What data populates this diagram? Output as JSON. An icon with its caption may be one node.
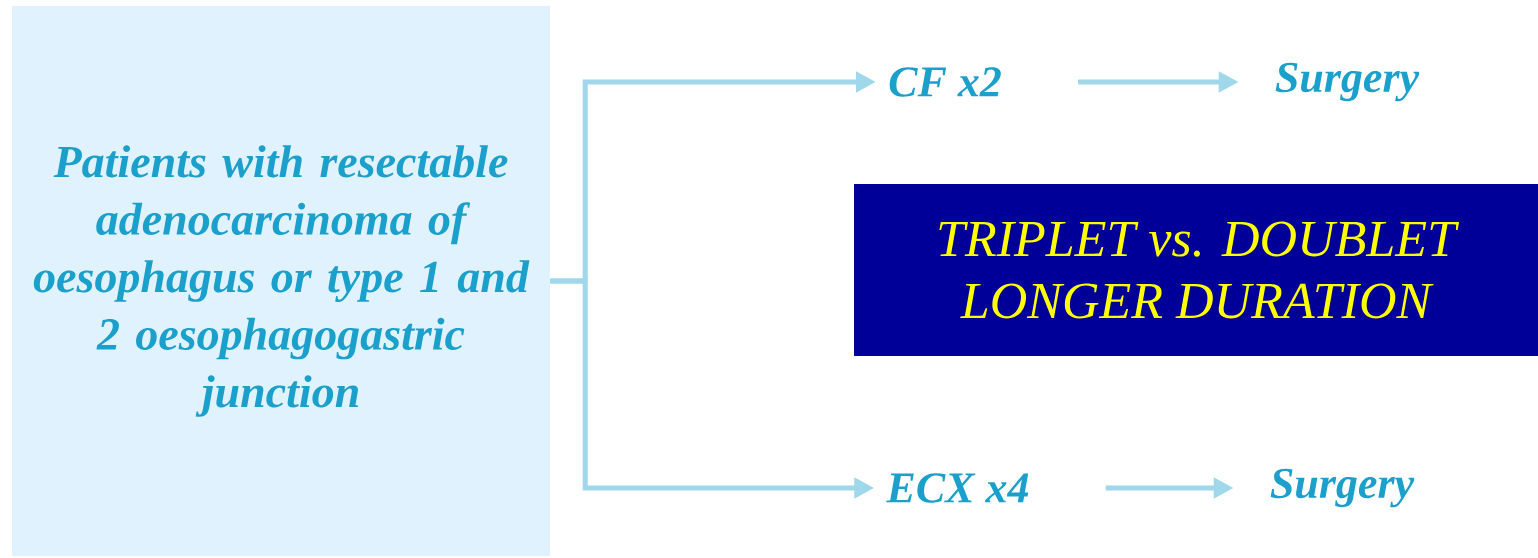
{
  "diagram": {
    "nodes": [
      {
        "text": [
          "Patients with resectable adenocarcinoma of oesophagus or type 1 and 2 oesophagogastric junction"
        ]
      },
      {
        "text": [
          "CF x2"
        ]
      },
      {
        "text": [
          "Surgery"
        ]
      },
      {
        "text": [
          "ECX x4"
        ]
      },
      {
        "text": [
          "Surgery"
        ]
      },
      {
        "text": [
          "TRIPLET vs. DOUBLET",
          "LONGER DURATION"
        ]
      }
    ],
    "edges": [
      {
        "from": 0,
        "to": 1,
        "arrow": "to"
      },
      {
        "from": 0,
        "to": 3,
        "arrow": "to"
      },
      {
        "from": 1,
        "to": 2,
        "arrow": "to"
      },
      {
        "from": 3,
        "to": 4,
        "arrow": "to"
      }
    ]
  }
}
